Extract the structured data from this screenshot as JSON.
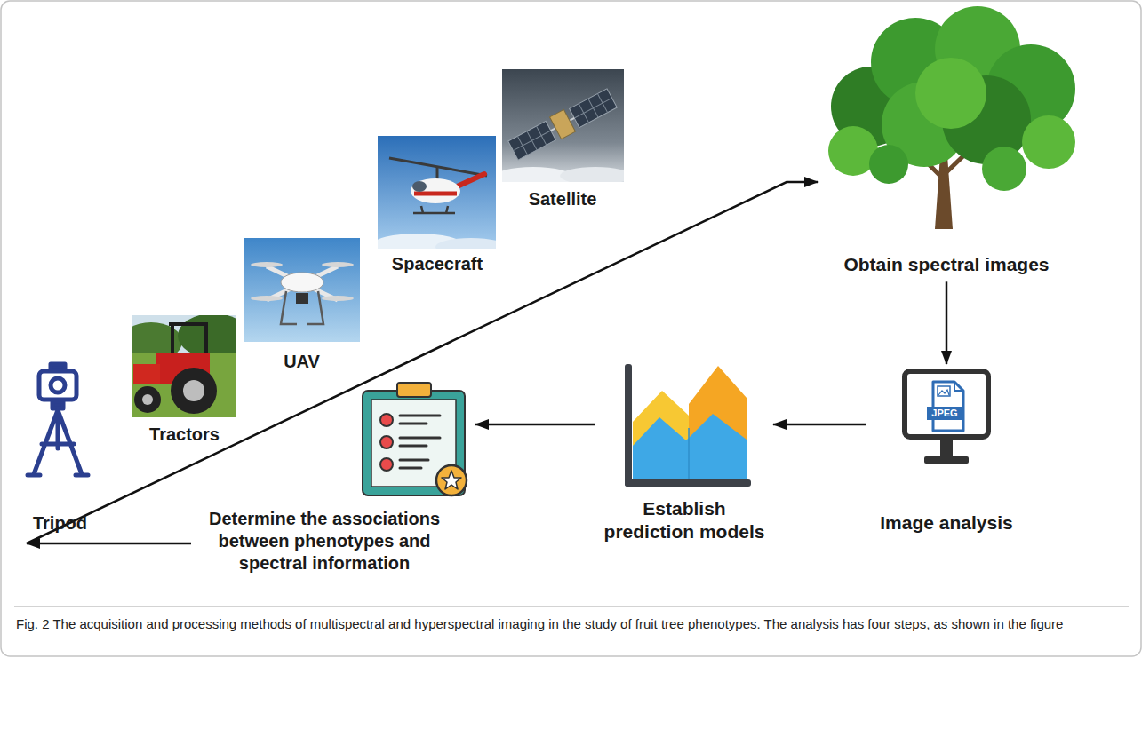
{
  "diagram": {
    "caption": "Fig. 2 The acquisition and processing methods of multispectral and hyperspectral imaging in the study of fruit tree phenotypes. The analysis has four steps, as shown in the figure",
    "nodes": [
      {
        "text": [
          "Tripod"
        ]
      },
      {
        "text": [
          "Tractors"
        ]
      },
      {
        "text": [
          "UAV"
        ]
      },
      {
        "text": [
          "Spacecraft"
        ]
      },
      {
        "text": [
          "Satellite"
        ]
      },
      {
        "text": [
          "Obtain spectral images"
        ]
      },
      {
        "text": [
          "Image analysis"
        ]
      },
      {
        "text": [
          "Establish prediction models"
        ]
      },
      {
        "text": [
          "Determine the associations between phenotypes and spectral information"
        ]
      }
    ],
    "edges": [
      {
        "from": 0,
        "to": 5,
        "arrow": "to"
      },
      {
        "from": 5,
        "to": 6,
        "arrow": "to"
      },
      {
        "from": 6,
        "to": 7,
        "arrow": "to"
      },
      {
        "from": 7,
        "to": 8,
        "arrow": "to"
      },
      {
        "from": 8,
        "to": 0,
        "arrow": "to"
      }
    ],
    "labels": [
      "JPEG"
    ]
  }
}
